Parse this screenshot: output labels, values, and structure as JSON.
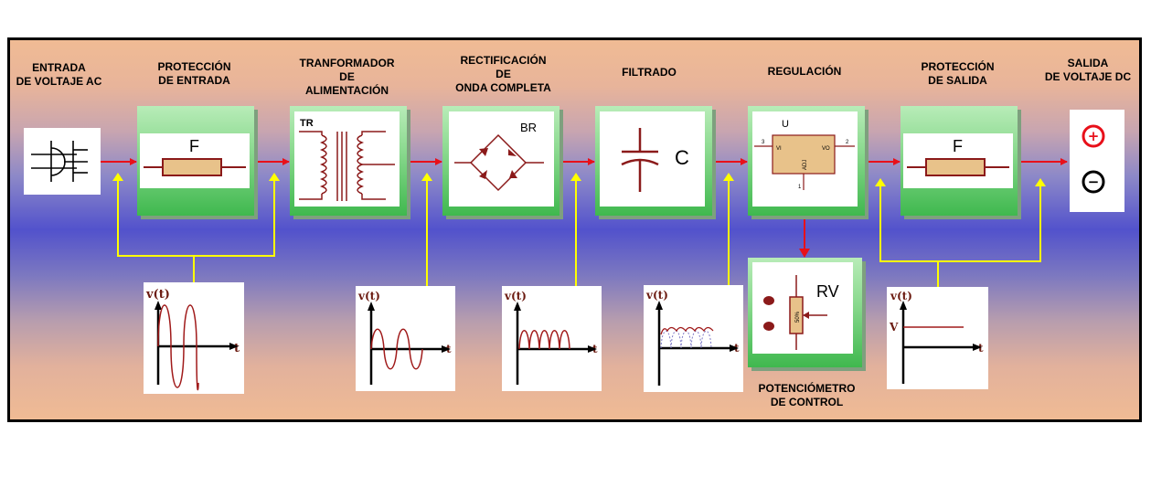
{
  "stages": {
    "input": "ENTRADA\nDE VOLTAJE AC",
    "input_protection": "PROTECCIÓN\nDE ENTRADA",
    "transformer": "TRANFORMADOR\nDE\nALIMENTACIÓN",
    "rectification": "RECTIFICACIÓN\nDE\nONDA COMPLETA",
    "filter": "FILTRADO",
    "regulation": "REGULACIÓN",
    "output_protection": "PROTECCIÓN\nDE SALIDA",
    "output": "SALIDA\nDE VOLTAJE DC",
    "potentiometer": "POTENCIÓMETRO\nDE CONTROL"
  },
  "components": {
    "fuse_in": "F",
    "transformer": "TR",
    "bridge": "BR",
    "capacitor": "C",
    "regulator": "U",
    "reg_pin_in_num": "3",
    "reg_pin_in": "VI",
    "reg_pin_out": "VO",
    "reg_pin_out_num": "2",
    "reg_pin_adj": "ADJ",
    "reg_pin_adj_num": "1",
    "potentiometer": "RV",
    "pot_value": "50%",
    "fuse_out": "F"
  },
  "waveforms": {
    "y_label": "v(t)",
    "x_label": "t",
    "dc_level": "V"
  },
  "output_terminals": {
    "positive": "+",
    "negative": "−"
  },
  "colors": {
    "frame_border": "#000000",
    "arrow": "#e8101a",
    "feedback_line": "#ffff00",
    "block_green": "#3fb84e",
    "waveform": "#a01a1a",
    "component": "#8b1a1a"
  }
}
